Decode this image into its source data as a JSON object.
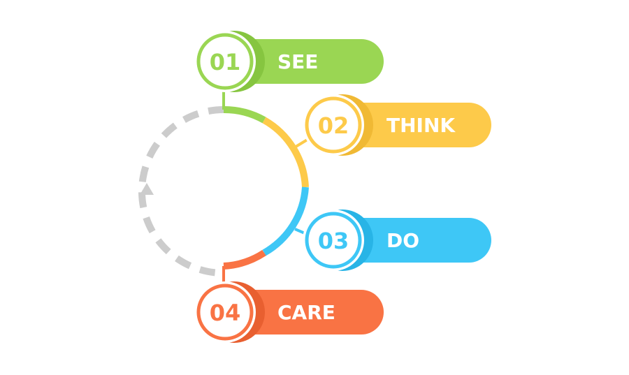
{
  "steps": [
    {
      "number": "01",
      "label": "SEE",
      "color": "#9ad653",
      "shade": "#86c540"
    },
    {
      "number": "02",
      "label": "THINK",
      "color": "#fdca4a",
      "shade": "#f0b934"
    },
    {
      "number": "03",
      "label": "DO",
      "color": "#3ec7f6",
      "shade": "#28b4e6"
    },
    {
      "number": "04",
      "label": "CARE",
      "color": "#f97344",
      "shade": "#e85f30"
    }
  ],
  "cycle": {
    "dashed_color": "#cccccc",
    "arrow": "up-arrow"
  }
}
